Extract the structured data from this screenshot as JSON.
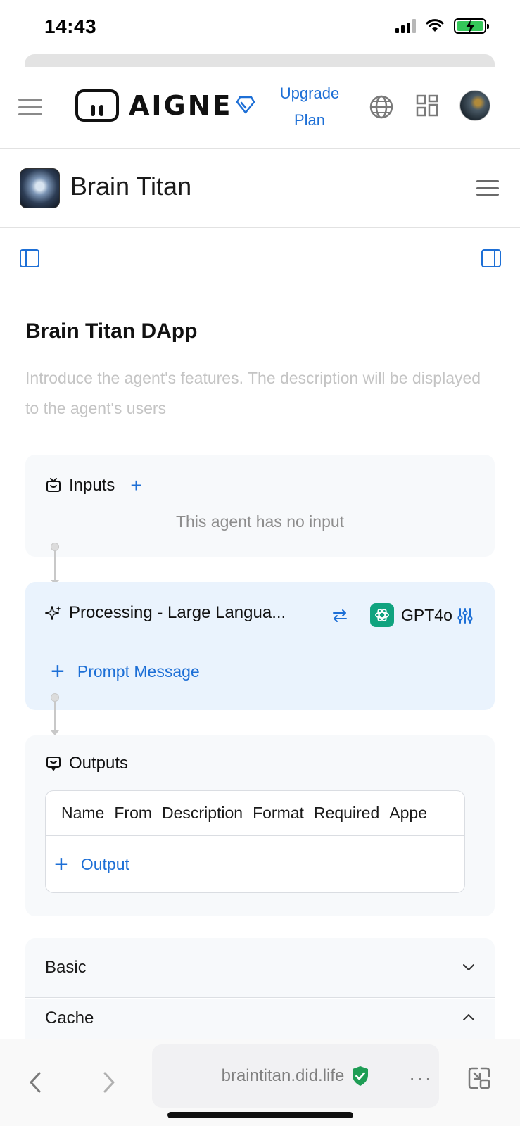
{
  "status_bar": {
    "time": "14:43"
  },
  "header": {
    "logo_text": "AIGNE",
    "upgrade_line1": "Upgrade",
    "upgrade_line2": "Plan"
  },
  "project": {
    "name": "Brain Titan"
  },
  "agent": {
    "title": "Brain Titan DApp",
    "description_placeholder": "Introduce the agent's features. The description will be displayed to the agent's users"
  },
  "inputs": {
    "label": "Inputs",
    "add_symbol": "+",
    "empty_text": "This agent has no input"
  },
  "processing": {
    "label": "Processing -  Large Langua...",
    "model": "GPT4o",
    "prompt_button": "Prompt Message"
  },
  "outputs": {
    "label": "Outputs",
    "columns": [
      "Name",
      "From",
      "Description",
      "Format",
      "Required",
      "Appe"
    ],
    "add_button": "Output"
  },
  "sections": {
    "basic": "Basic",
    "cache": "Cache"
  },
  "browser": {
    "url": "braintitan.did.life",
    "more": "···"
  },
  "colors": {
    "accent": "#1d6fd6",
    "processing_bg": "#eaf3fd",
    "card_bg": "#f7f9fb",
    "gpt_green": "#10a37f",
    "secure_green": "#1f9d55"
  }
}
